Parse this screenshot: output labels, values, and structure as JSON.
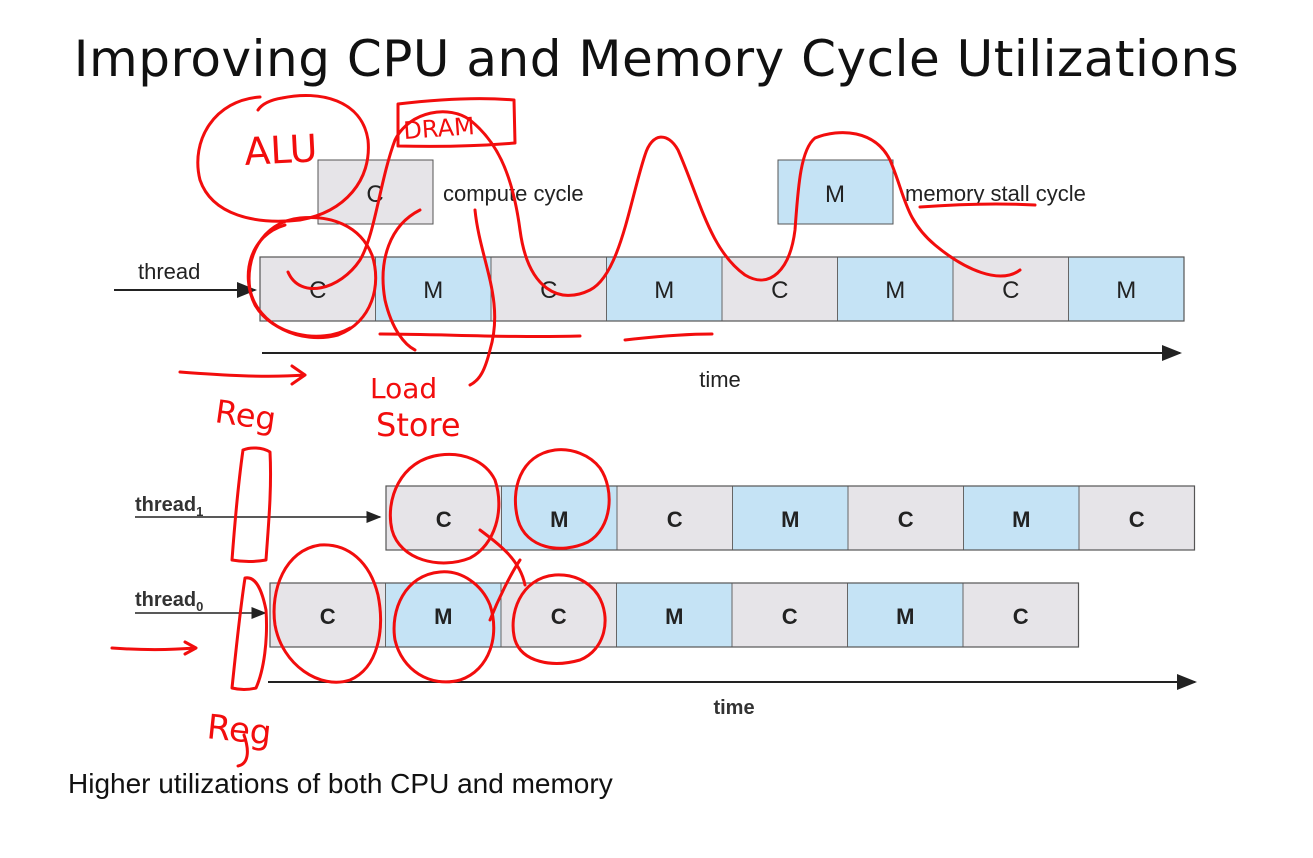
{
  "title": "Improving CPU and Memory Cycle Utilizations",
  "legend": {
    "compute_cell": "C",
    "compute_label": "compute cycle",
    "memory_cell": "M",
    "memory_label": "memory stall cycle"
  },
  "top_diagram": {
    "thread_label": "thread",
    "cells": [
      "C",
      "M",
      "C",
      "M",
      "C",
      "M",
      "C",
      "M"
    ],
    "time_label": "time"
  },
  "bottom_diagram": {
    "thread1_label": "thread",
    "thread1_subscript": "1",
    "thread1_cells": [
      "C",
      "M",
      "C",
      "M",
      "C",
      "M",
      "C"
    ],
    "thread0_label": "thread",
    "thread0_subscript": "0",
    "thread0_cells": [
      "C",
      "M",
      "C",
      "M",
      "C",
      "M",
      "C"
    ],
    "time_label": "time"
  },
  "annotations": {
    "alu": "ALU",
    "dram": "DRAM",
    "load_store_1": "Load",
    "load_store_2": "Store",
    "reg_top": "Reg",
    "reg_bottom": "Reg"
  },
  "footer": "Higher utilizations of both CPU and memory",
  "colors": {
    "compute_fill": "#e6e4e8",
    "memory_fill": "#c5e3f5",
    "annotation_ink": "#f20d0d"
  }
}
